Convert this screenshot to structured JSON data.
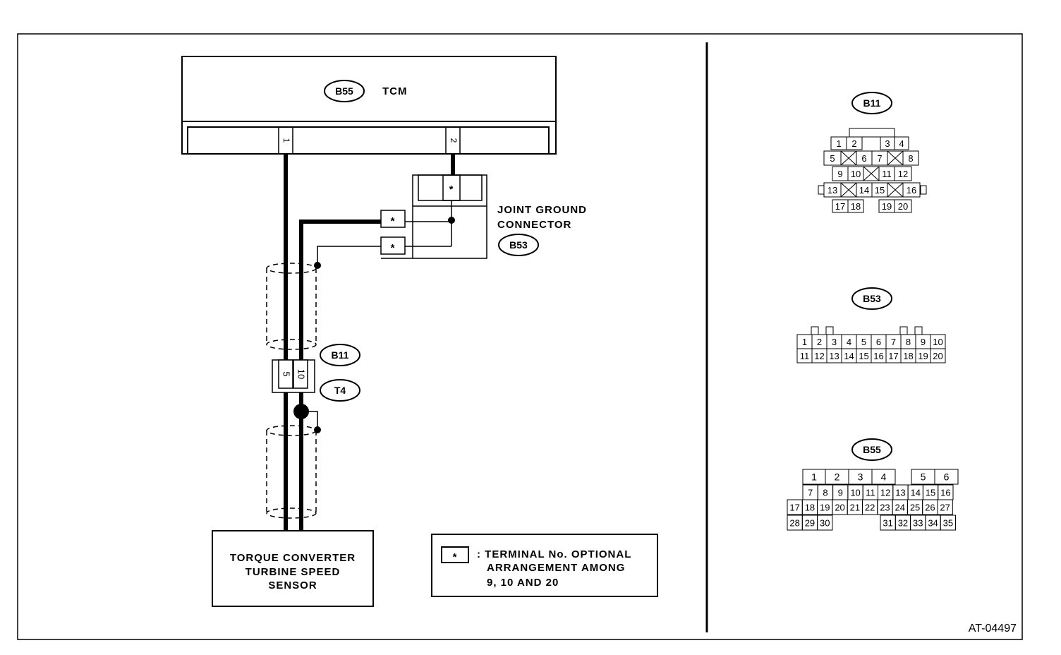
{
  "drawing_id": "AT-04497",
  "tcm": {
    "connector": "B55",
    "label": "TCM",
    "pin_a": "1",
    "pin_b": "2"
  },
  "joint_ground": {
    "line1": "JOINT GROUND",
    "line2": "CONNECTOR",
    "connector": "B53",
    "star": "*"
  },
  "junction": {
    "connector_a": "B11",
    "connector_b": "T4",
    "pin_a": "5",
    "pin_b": "10"
  },
  "sensor": {
    "line1": "TORQUE CONVERTER",
    "line2": "TURBINE SPEED",
    "line3": "SENSOR"
  },
  "note": {
    "symbol": "*",
    "line1": ": TERMINAL No. OPTIONAL",
    "line2": "ARRANGEMENT AMONG",
    "line3": "9, 10 AND 20"
  },
  "connector_views": {
    "b11": {
      "label": "B11",
      "rows": [
        [
          "1",
          "2",
          "3",
          "4"
        ],
        [
          "5",
          "6",
          "7",
          "8"
        ],
        [
          "9",
          "10",
          "11",
          "12"
        ],
        [
          "13",
          "14",
          "15",
          "16"
        ],
        [
          "17",
          "18",
          "19",
          "20"
        ]
      ]
    },
    "b53": {
      "label": "B53",
      "rows": [
        [
          "1",
          "2",
          "3",
          "4",
          "5",
          "6",
          "7",
          "8",
          "9",
          "10"
        ],
        [
          "11",
          "12",
          "13",
          "14",
          "15",
          "16",
          "17",
          "18",
          "19",
          "20"
        ]
      ]
    },
    "b55": {
      "label": "B55",
      "rows": [
        [
          "1",
          "2",
          "3",
          "4",
          "5",
          "6"
        ],
        [
          "7",
          "8",
          "9",
          "10",
          "11",
          "12",
          "13",
          "14",
          "15",
          "16"
        ],
        [
          "17",
          "18",
          "19",
          "20",
          "21",
          "22",
          "23",
          "24",
          "25",
          "26",
          "27"
        ],
        [
          "28",
          "29",
          "30",
          "31",
          "32",
          "33",
          "34",
          "35"
        ]
      ]
    }
  }
}
